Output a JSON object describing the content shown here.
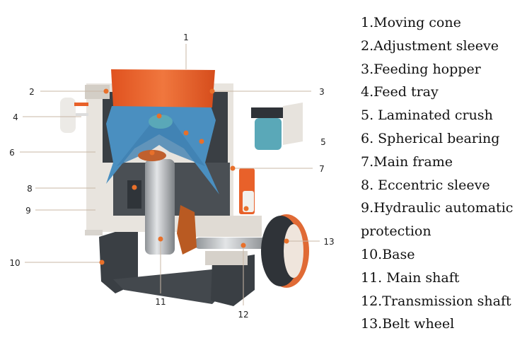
{
  "diagram": {
    "callouts": [
      "1",
      "2",
      "3",
      "4",
      "5",
      "6",
      "7",
      "8",
      "9",
      "10",
      "11",
      "12",
      "13"
    ],
    "colors": {
      "orange": "#e8612a",
      "blue": "#4a8fc0",
      "dark": "#3a3f44",
      "light": "#e8e4de",
      "teal": "#5aa8b8",
      "silver": "#b9bcbf"
    }
  },
  "legend": {
    "items": [
      "1.Moving cone",
      "2.Adjustment sleeve",
      "3.Feeding hopper",
      "4.Feed tray",
      "5. Laminated crush",
      "6. Spherical bearing",
      "7.Main frame",
      "8. Eccentric sleeve",
      "9.Hydraulic automatic",
      "protection",
      "10.Base",
      "11. Main shaft",
      "12.Transmission shaft",
      "13.Belt wheel"
    ]
  }
}
